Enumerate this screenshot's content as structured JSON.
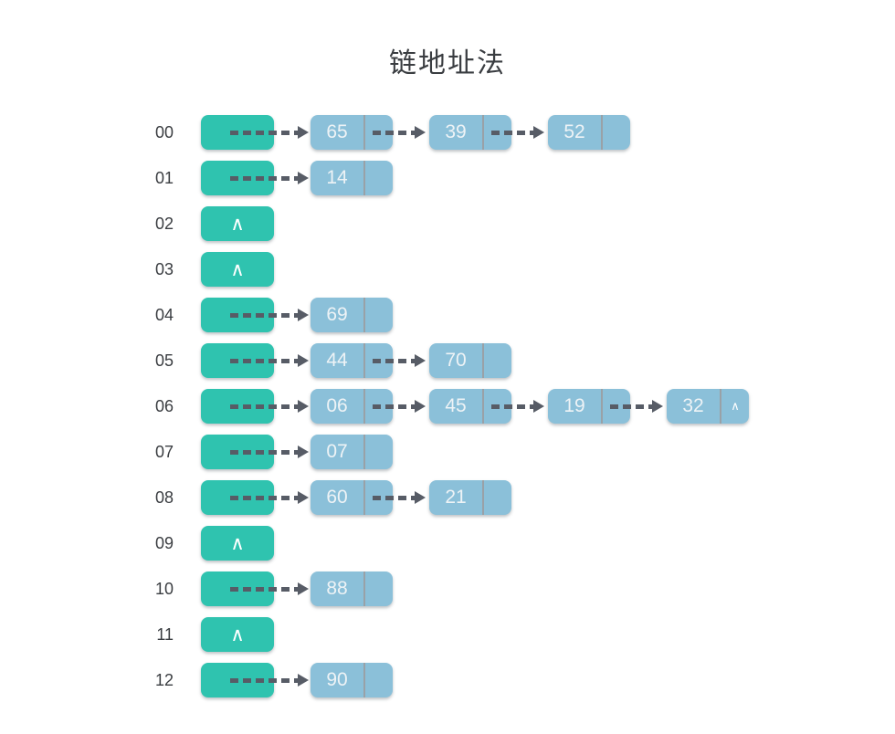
{
  "title": "链地址法",
  "empty_marker": "∧",
  "colors": {
    "bucket": "#2fc3af",
    "node": "#8bc0d9",
    "divider": "#99a1a7",
    "arrow": "#575c66",
    "label": "#3a3d41",
    "node_text": "#eef3f6",
    "title_color": "#3a3d41",
    "background": "#ffffff"
  },
  "rows": [
    {
      "label": "00",
      "chain": [
        "65",
        "39",
        "52"
      ],
      "tail_marker": ""
    },
    {
      "label": "01",
      "chain": [
        "14"
      ],
      "tail_marker": ""
    },
    {
      "label": "02",
      "chain": [],
      "tail_marker": ""
    },
    {
      "label": "03",
      "chain": [],
      "tail_marker": ""
    },
    {
      "label": "04",
      "chain": [
        "69"
      ],
      "tail_marker": ""
    },
    {
      "label": "05",
      "chain": [
        "44",
        "70"
      ],
      "tail_marker": ""
    },
    {
      "label": "06",
      "chain": [
        "06",
        "45",
        "19",
        "32"
      ],
      "tail_marker": "∧"
    },
    {
      "label": "07",
      "chain": [
        "07"
      ],
      "tail_marker": ""
    },
    {
      "label": "08",
      "chain": [
        "60",
        "21"
      ],
      "tail_marker": ""
    },
    {
      "label": "09",
      "chain": [],
      "tail_marker": ""
    },
    {
      "label": "10",
      "chain": [
        "88"
      ],
      "tail_marker": ""
    },
    {
      "label": "11",
      "chain": [],
      "tail_marker": ""
    },
    {
      "label": "12",
      "chain": [
        "90"
      ],
      "tail_marker": ""
    }
  ]
}
